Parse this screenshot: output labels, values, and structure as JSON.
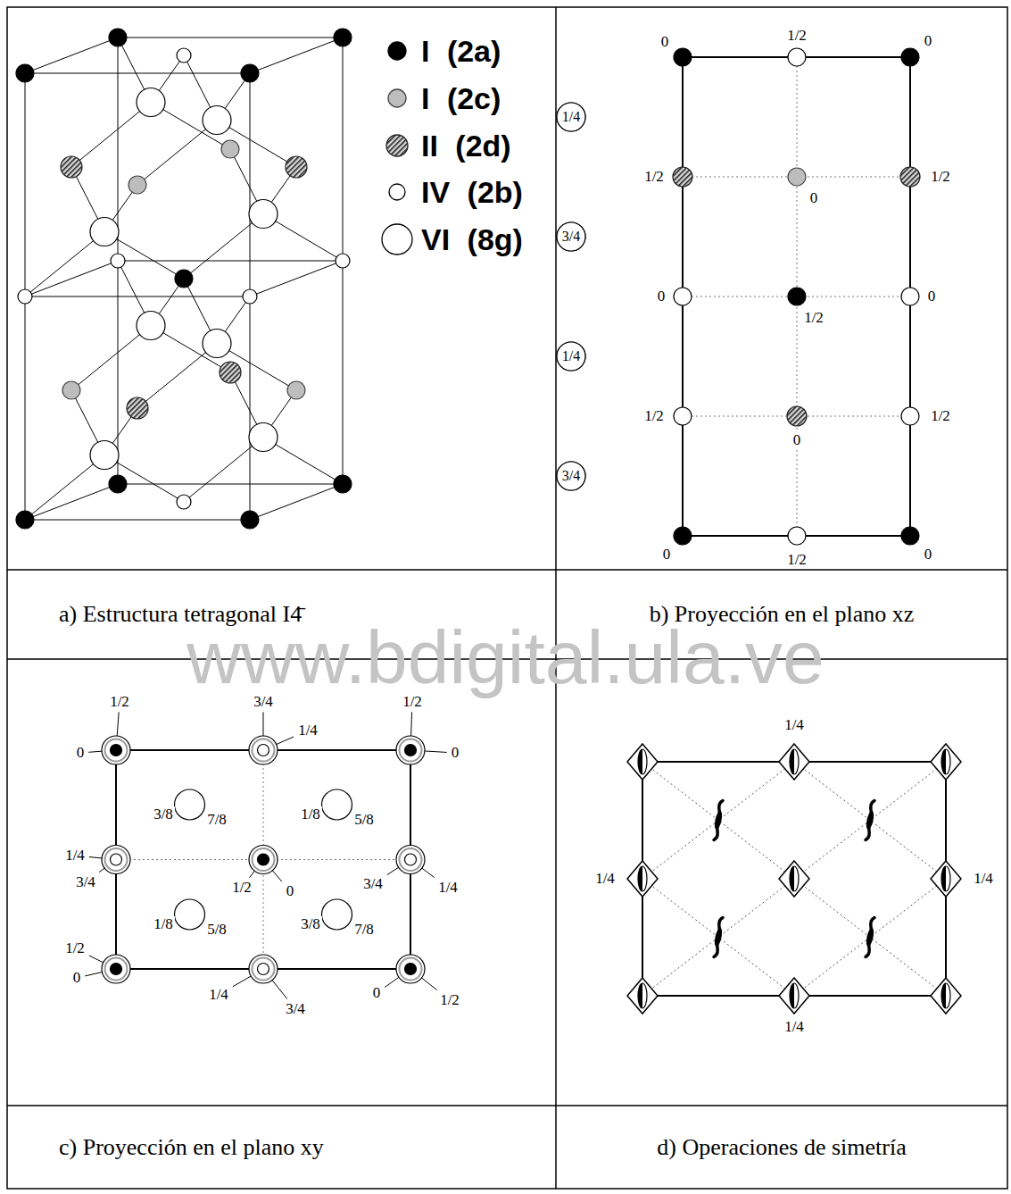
{
  "diagram": {
    "nodes": [
      {
        "text": [
          "a) Estructura tetragonal I4̄"
        ]
      },
      {
        "text": [
          "b) Proyección en el plano xz"
        ]
      },
      {
        "text": [
          "3/4"
        ],
        "in": 1
      },
      {
        "text": [
          "1/4"
        ],
        "in": 1
      },
      {
        "text": [
          "1/4"
        ],
        "in": 1
      },
      {
        "text": [
          "3/4"
        ],
        "in": 1
      },
      {
        "text": [
          "3/4"
        ],
        "in": 1
      },
      {
        "text": [
          "1/4"
        ],
        "in": 1
      },
      {
        "text": [
          "1/4"
        ],
        "in": 1
      },
      {
        "text": [
          "3/4"
        ],
        "in": 1
      },
      {
        "text": [
          "c) Proyección en el plano xy"
        ]
      },
      {
        "text": [
          "d) Operaciones de simetría"
        ]
      }
    ],
    "labels": [
      "0",
      "1/2",
      "0",
      "1/2",
      "0",
      "1/2",
      "0",
      "1/2",
      "0",
      "1/2",
      "0",
      "1/2",
      "0",
      "1/2",
      "0",
      "1/2",
      "3/4",
      "1/2",
      "0",
      "1/4",
      "0",
      "3/8",
      "7/8",
      "1/8",
      "5/8",
      "1/4",
      "3/4",
      "1/2",
      "0",
      "3/4",
      "1/4",
      "1/8",
      "5/8",
      "3/8",
      "7/8",
      "1/2",
      "0",
      "1/4",
      "3/4",
      "0",
      "1/2",
      "1/4",
      "1/4",
      "1/4",
      "1/4",
      "www.bdigital.ula.ve"
    ],
    "legend": [
      {
        "text": "I (2a)",
        "color": "#000000"
      },
      {
        "text": "I (2c)",
        "color": "#bdbdbd"
      },
      {
        "text": "II (2d)"
      },
      {
        "text": "IV (2b)",
        "color": "#ffffff"
      },
      {
        "text": "VI (8g)",
        "color": "#ffffff"
      }
    ]
  }
}
